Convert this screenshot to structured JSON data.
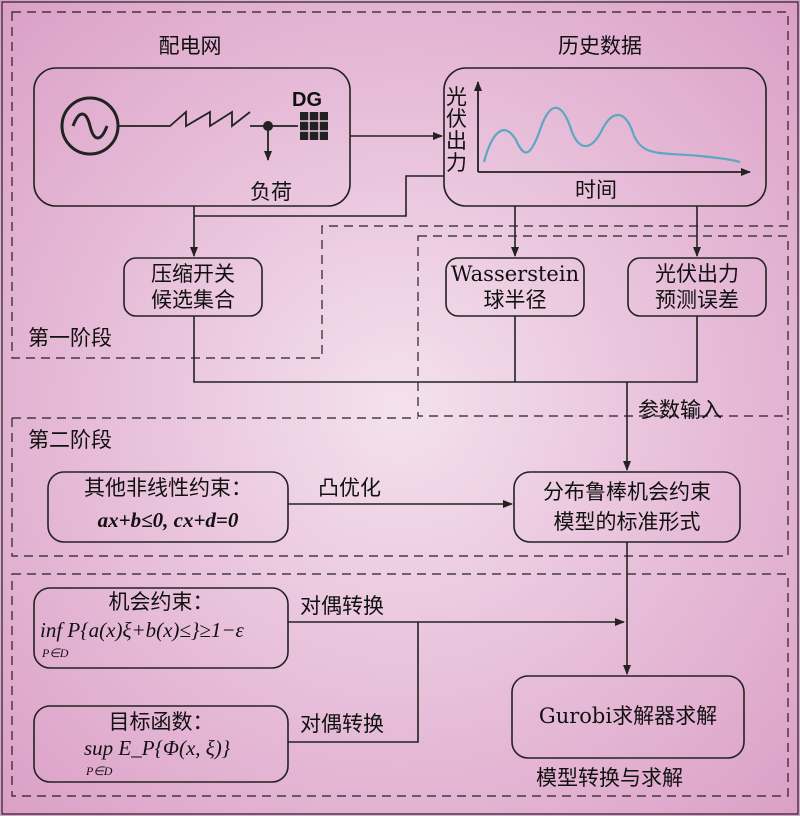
{
  "stages": {
    "stage1": "第一阶段",
    "stage2": "第二阶段",
    "stage3": "模型转换与求解"
  },
  "nodes": {
    "grid": "配电网",
    "history": "历史数据",
    "dg": "DG",
    "load": "负荷",
    "pv_axis": "光伏出力",
    "time_axis": "时间",
    "switch_set_1": "压缩开关",
    "switch_set_2": "候选集合",
    "wasserstein_1": "Wasserstein",
    "wasserstein_2": "球半径",
    "forecast_error_1": "光伏出力",
    "forecast_error_2": "预测误差",
    "constraints_title": "其他非线性约束：",
    "constraints_formula": "ax+b≤0, cx+d=0",
    "model_1": "分布鲁棒机会约束",
    "model_2": "模型的标准形式",
    "chance_title": "机会约束：",
    "chance_formula": "inf P{a(x)ξ+b(x)≤}≥1−ε",
    "chance_sub": "P∈D",
    "objective_title": "目标函数：",
    "objective_formula": "sup E_P{Φ(x, ξ)}",
    "objective_sub": "P∈D",
    "solver": "Gurobi求解器求解"
  },
  "edges": {
    "params_input": "参数输入",
    "convexify": "凸优化",
    "dual_1": "对偶转换",
    "dual_2": "对偶转换"
  },
  "colors": {
    "background_center": "#f4e1ee",
    "background_edge": "#db9fc6",
    "curve": "#5aa8c2",
    "stroke": "#222222"
  }
}
